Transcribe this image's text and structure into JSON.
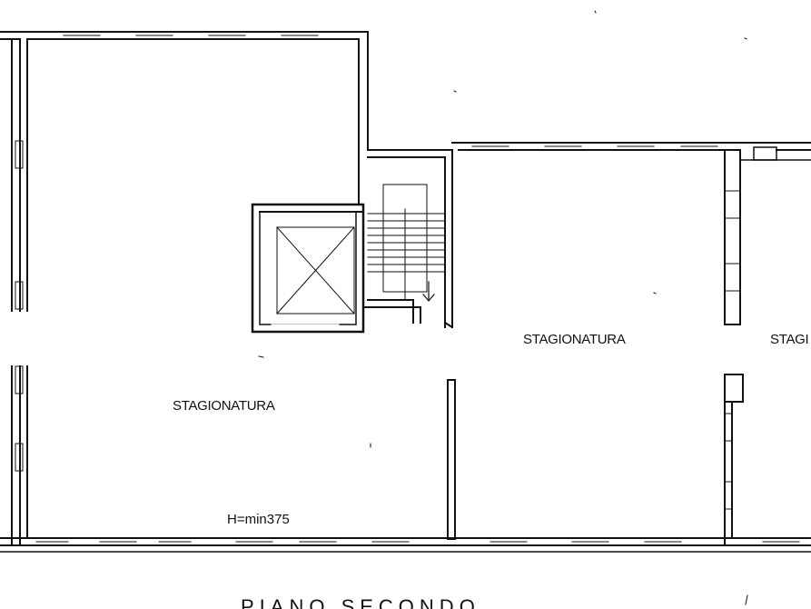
{
  "plan": {
    "title": "PIANO SECONDO",
    "rooms": [
      {
        "label": "STAGIONATURA"
      },
      {
        "label": "STAGIONATURA"
      },
      {
        "label": "STAGI"
      }
    ],
    "height_note": "H=min375",
    "stair_arrow_icon": "arrow-down-icon",
    "elevator_icon": "elevator-shaft-icon"
  }
}
